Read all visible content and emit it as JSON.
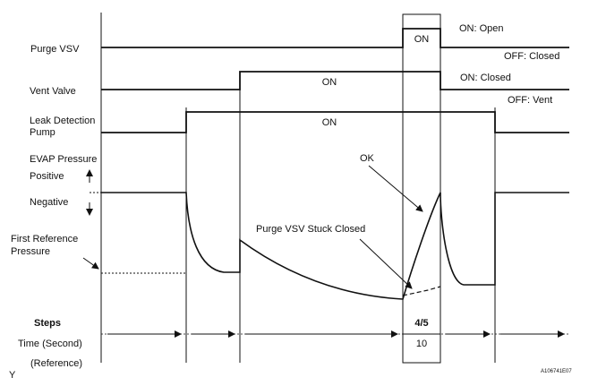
{
  "labels": {
    "purge_vsv": "Purge VSV",
    "vent_valve": "Vent Valve",
    "leak_detection": "Leak Detection",
    "pump": "Pump",
    "evap_pressure": "EVAP Pressure",
    "positive": "Positive",
    "negative": "Negative",
    "first_reference": "First Reference",
    "pressure": "Pressure",
    "steps": "Steps",
    "time_second": "Time (Second)",
    "reference": "(Reference)"
  },
  "states": {
    "purge_on_open": "ON: Open",
    "purge_off_closed": "OFF: Closed",
    "vent_on_closed": "ON: Closed",
    "vent_off_vent": "OFF: Vent",
    "purge_on": "ON",
    "vent_on": "ON",
    "pump_on": "ON"
  },
  "annotations": {
    "ok": "OK",
    "stuck_closed": "Purge VSV Stuck Closed",
    "step_label": "4/5",
    "step_time": "10",
    "corner_mark": "Y",
    "figure_code": "A106741E07"
  }
}
